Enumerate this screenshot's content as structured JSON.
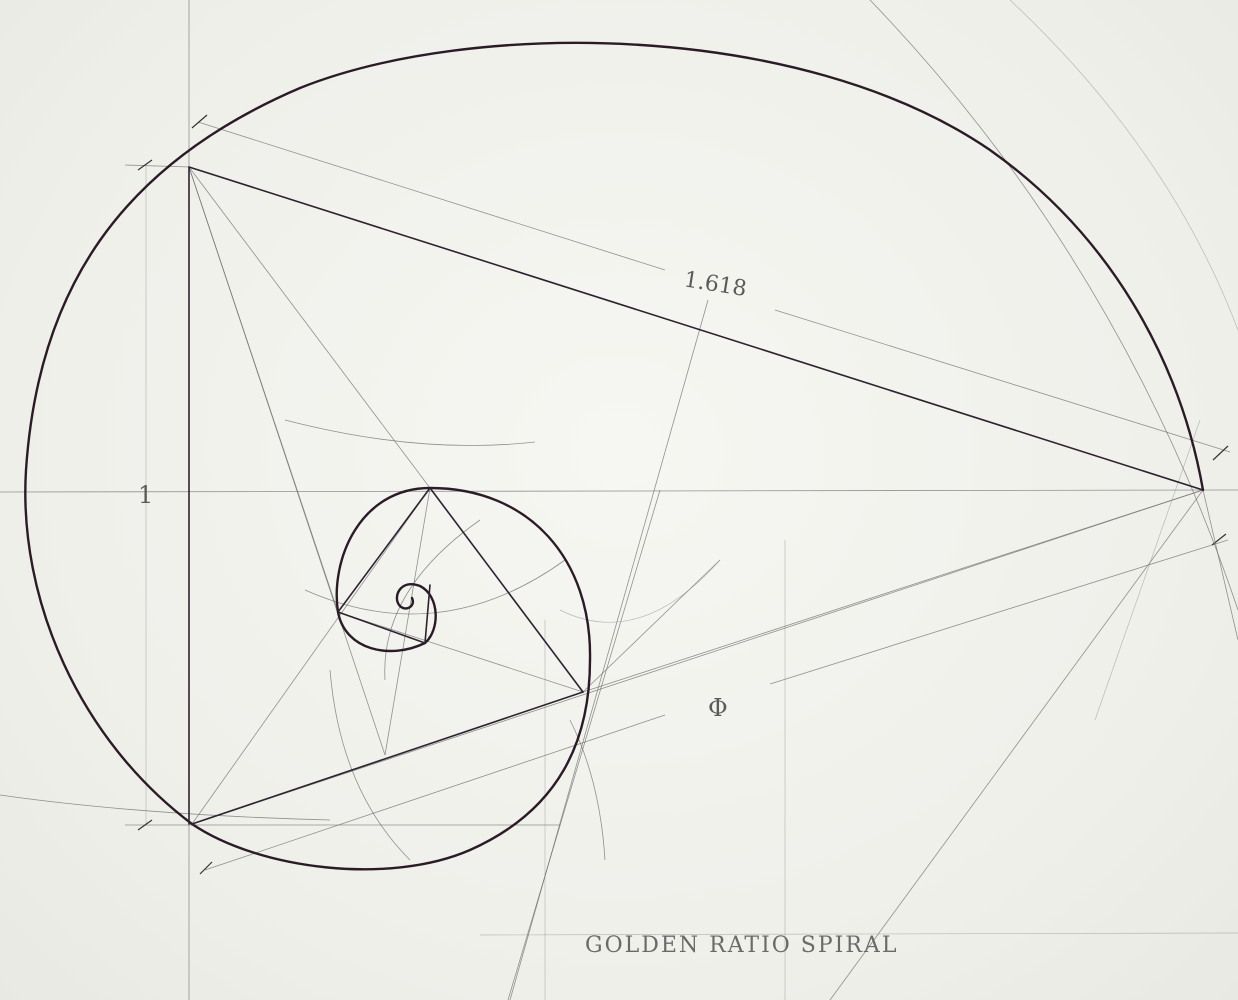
{
  "diagram": {
    "title": "GOLDEN RATIO SPIRAL",
    "label_long": "1.618",
    "label_short": "1",
    "label_phi": "Φ"
  },
  "colors": {
    "paper": "#f1f1ec",
    "ink": "#2a1b27",
    "guide": "#6f6f6f"
  }
}
